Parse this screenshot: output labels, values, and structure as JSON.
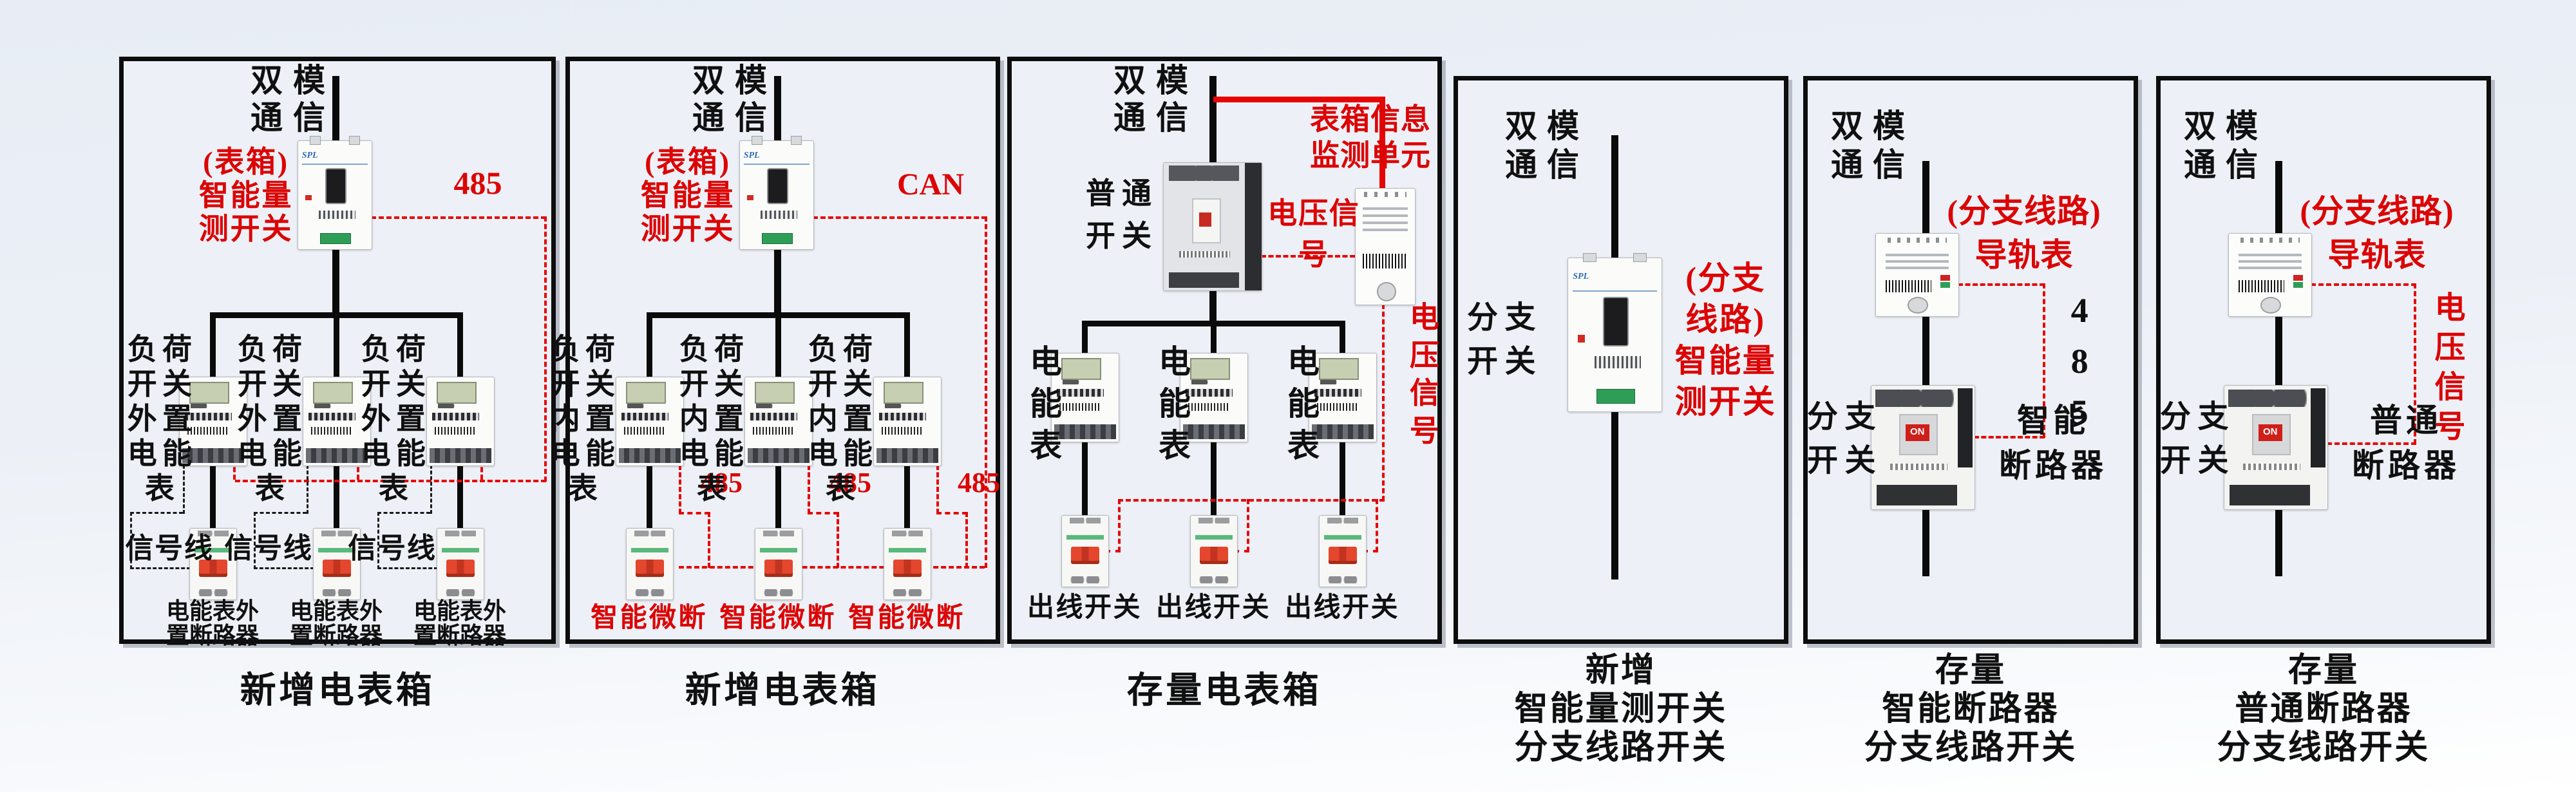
{
  "colors": {
    "accent_red": "#dc0404",
    "wire_black": "#0a0a0a",
    "box_bg": "#edf1f7"
  },
  "devices": {
    "spl_logo": "SPL",
    "on_label": "ON"
  },
  "panels": [
    {
      "caption": "新增电表箱",
      "comm_label": "双模\n通信",
      "main_switch_label": "(表箱)\n智能量\n测开关",
      "bus_label": "485",
      "branch_label": "负荷\n开关\n外置\n电能\n表",
      "signal_label": "信号线",
      "outlet_label": "电能表外\n置断路器"
    },
    {
      "caption": "新增电表箱",
      "comm_label": "双模\n通信",
      "main_switch_label": "(表箱)\n智能量\n测开关",
      "bus_label": "CAN",
      "branch_bus_label": "485",
      "branch_label": "负荷\n开关\n内置\n电能\n表",
      "outlet_label": "智能微断"
    },
    {
      "caption": "存量电表箱",
      "comm_label": "双模\n通信",
      "monitor_label": "表箱信息\n监测单元",
      "main_switch_label": "普通\n开关",
      "voltage_label": "电压信\n号",
      "voltage_label_vertical": "电压信号",
      "branch_label": "电能表",
      "outlet_label": "出线开关"
    },
    {
      "caption": "新增\n智能量测开关\n分支线路开关",
      "comm_label": "双模\n通信",
      "branch_switch_label": "分支\n开关",
      "main_switch_label": "(分支\n线路)\n智能量\n测开关"
    },
    {
      "caption": "存量\n智能断路器\n分支线路开关",
      "comm_label": "双模\n通信",
      "rail_meter_label": "(分支线路)\n导轨表",
      "bus_label": "485",
      "branch_switch_label": "分支\n开关",
      "breaker_label": "智能\n断路器"
    },
    {
      "caption": "存量\n普通断路器\n分支线路开关",
      "comm_label": "双模\n通信",
      "rail_meter_label": "(分支线路)\n导轨表",
      "voltage_label_vertical": "电压信号",
      "branch_switch_label": "分支\n开关",
      "breaker_label": "普通\n断路器"
    }
  ]
}
